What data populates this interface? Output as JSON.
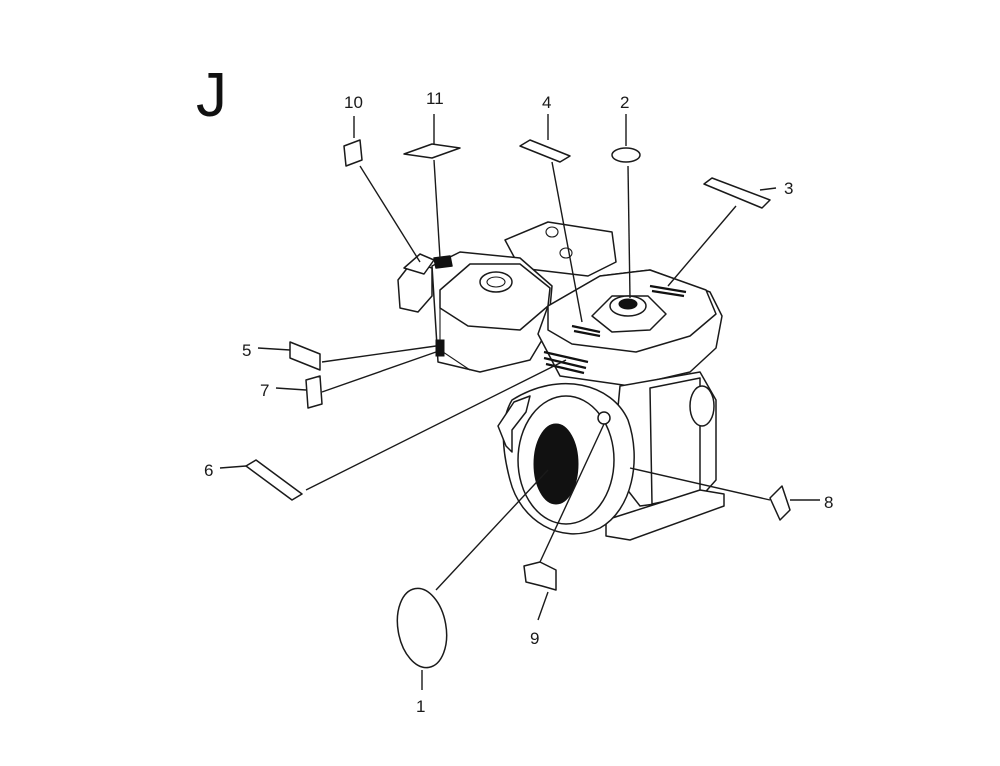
{
  "diagram": {
    "section_letter": "J",
    "callouts": [
      "1",
      "2",
      "3",
      "4",
      "5",
      "6",
      "7",
      "8",
      "9",
      "10",
      "11"
    ],
    "colors": {
      "ink": "#1a1a1a",
      "background": "#ffffff"
    }
  }
}
